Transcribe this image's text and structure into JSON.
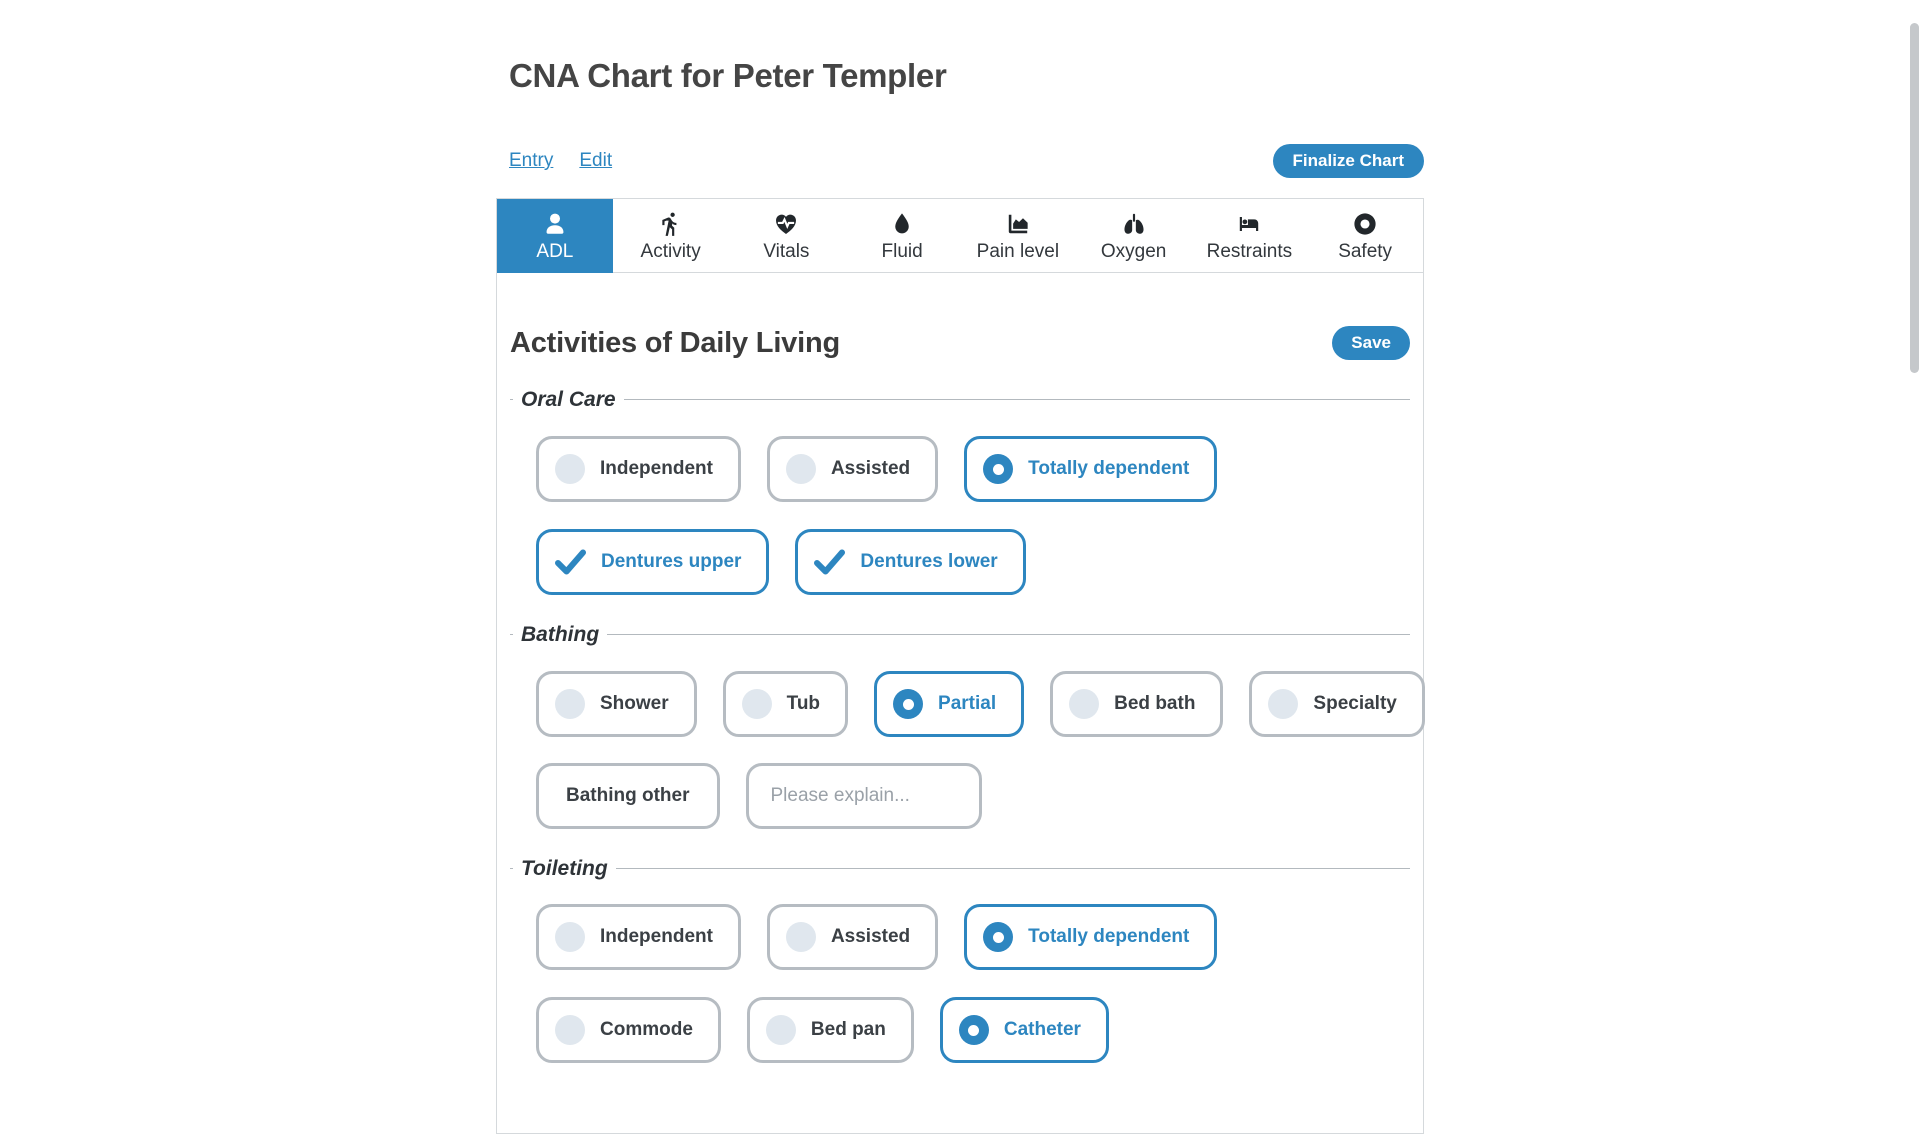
{
  "header": {
    "title": "CNA Chart for Peter Templer",
    "links": [
      {
        "label": "Entry"
      },
      {
        "label": "Edit"
      }
    ],
    "finalize_button": "Finalize Chart"
  },
  "tabs": [
    {
      "label": "ADL",
      "icon": "person-icon",
      "active": true
    },
    {
      "label": "Activity",
      "icon": "walking-icon",
      "active": false
    },
    {
      "label": "Vitals",
      "icon": "heart-pulse-icon",
      "active": false
    },
    {
      "label": "Fluid",
      "icon": "droplet-icon",
      "active": false
    },
    {
      "label": "Pain level",
      "icon": "area-chart-icon",
      "active": false
    },
    {
      "label": "Oxygen",
      "icon": "lungs-icon",
      "active": false
    },
    {
      "label": "Restraints",
      "icon": "bed-icon",
      "active": false
    },
    {
      "label": "Safety",
      "icon": "life-ring-icon",
      "active": false
    }
  ],
  "panel": {
    "heading": "Activities of Daily Living",
    "save_button": "Save",
    "sections": {
      "oral_care": {
        "legend": "Oral Care",
        "radios": [
          {
            "label": "Independent",
            "selected": false
          },
          {
            "label": "Assisted",
            "selected": false
          },
          {
            "label": "Totally dependent",
            "selected": true
          }
        ],
        "checkboxes": [
          {
            "label": "Dentures upper",
            "checked": true
          },
          {
            "label": "Dentures lower",
            "checked": true
          }
        ]
      },
      "bathing": {
        "legend": "Bathing",
        "radios": [
          {
            "label": "Shower",
            "selected": false
          },
          {
            "label": "Tub",
            "selected": false
          },
          {
            "label": "Partial",
            "selected": true
          },
          {
            "label": "Bed bath",
            "selected": false
          },
          {
            "label": "Specialty",
            "selected": false
          }
        ],
        "other_checkbox": {
          "label": "Bathing other",
          "checked": false
        },
        "explain_input": {
          "value": "",
          "placeholder": "Please explain..."
        }
      },
      "toileting": {
        "legend": "Toileting",
        "radios_row1": [
          {
            "label": "Independent",
            "selected": false
          },
          {
            "label": "Assisted",
            "selected": false
          },
          {
            "label": "Totally dependent",
            "selected": true
          }
        ],
        "radios_row2": [
          {
            "label": "Commode",
            "selected": false
          },
          {
            "label": "Bed pan",
            "selected": false
          },
          {
            "label": "Catheter",
            "selected": true
          }
        ]
      }
    }
  },
  "colors": {
    "accent": "#2d86c0",
    "card_border": "#b6bcc2",
    "panel_border": "#d5d9dc",
    "unselected_circle": "#e0e7ee",
    "text": "#3b4045"
  }
}
